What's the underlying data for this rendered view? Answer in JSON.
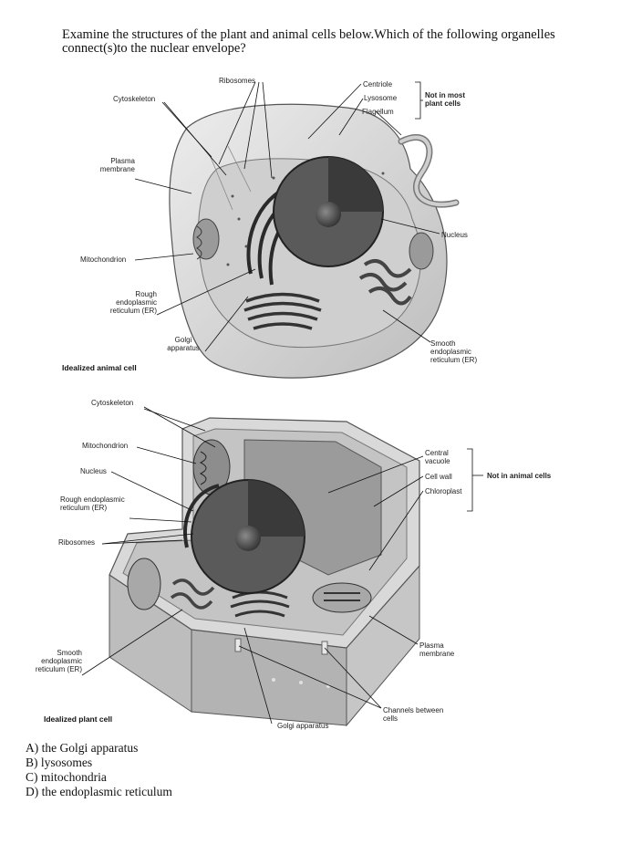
{
  "question": {
    "line1": "Examine the structures of the plant and animal cells below.Which of the following organelles",
    "line2": "connect(s)to the nuclear envelope?"
  },
  "animal_cell": {
    "caption": "Idealized animal cell",
    "labels": {
      "ribosomes": "Ribosomes",
      "cytoskeleton": "Cytoskeleton",
      "centriole": "Centriole",
      "lysosome": "Lysosome",
      "flagellum": "Flagellum",
      "not_in_plant": "Not in most plant cells",
      "plasma_membrane": "Plasma membrane",
      "nucleus": "Nucleus",
      "mitochondrion": "Mitochondrion",
      "rough_er": "Rough endoplasmic reticulum (ER)",
      "golgi": "Golgi apparatus",
      "smooth_er": "Smooth endoplasmic reticulum (ER)"
    }
  },
  "plant_cell": {
    "caption": "Idealized plant cell",
    "labels": {
      "cytoskeleton": "Cytoskeleton",
      "mitochondrion": "Mitochondrion",
      "nucleus": "Nucleus",
      "rough_er": "Rough endoplasmic reticulum (ER)",
      "ribosomes": "Ribosomes",
      "central_vacuole": "Central vacuole",
      "cell_wall": "Cell wall",
      "chloroplast": "Chloroplast",
      "not_in_animal": "Not in animal cells",
      "smooth_er": "Smooth endoplasmic reticulum (ER)",
      "plasma_membrane": "Plasma membrane",
      "channels": "Channels between cells",
      "golgi": "Golgi apparatus"
    }
  },
  "answers": [
    "A) the Golgi apparatus",
    "B) lysosomes",
    "C) mitochondria",
    "D) the endoplasmic reticulum"
  ]
}
